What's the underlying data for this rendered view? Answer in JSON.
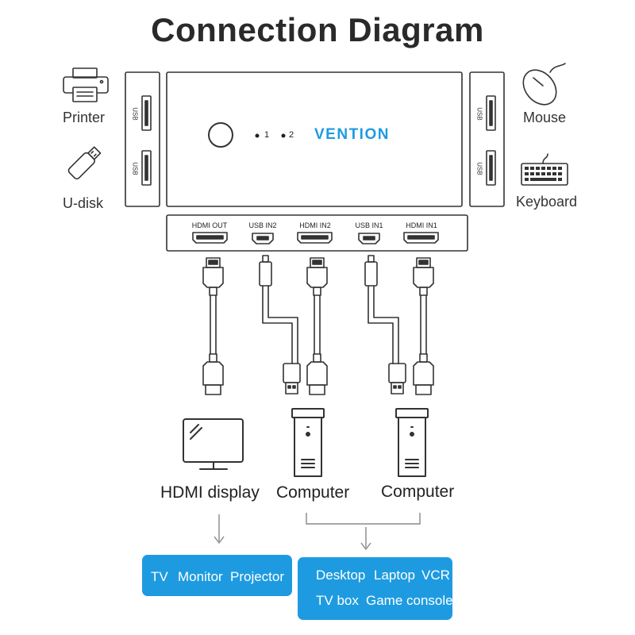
{
  "title": "Connection Diagram",
  "brand": "VENTION",
  "colors": {
    "brand_blue": "#1E9BE0",
    "line": "#333333",
    "box_fill": "#1E9BE0"
  },
  "left_peripherals": {
    "printer": "Printer",
    "udisk": "U-disk"
  },
  "right_peripherals": {
    "mouse": "Mouse",
    "keyboard": "Keyboard"
  },
  "side_usb_label": "USB",
  "front_panel": {
    "led1": "1",
    "led2": "2"
  },
  "ports": [
    "HDMI OUT",
    "USB IN2",
    "HDMI IN2",
    "USB IN1",
    "HDMI IN1"
  ],
  "devices": {
    "display": "HDMI display",
    "computer1": "Computer",
    "computer2": "Computer"
  },
  "display_box": {
    "items": [
      "TV",
      "Monitor",
      "Projector"
    ]
  },
  "computer_box": {
    "row1": [
      "Desktop",
      "Laptop",
      "VCR"
    ],
    "row2": [
      "TV box",
      "Game console"
    ]
  }
}
